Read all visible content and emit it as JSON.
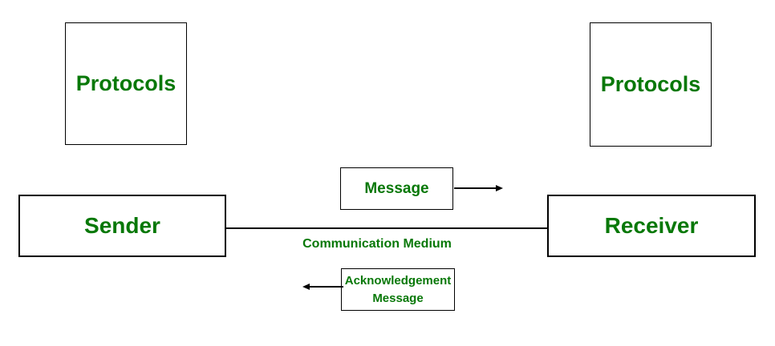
{
  "colors": {
    "green": "#087808",
    "line": "#000000",
    "bg": "#ffffff"
  },
  "diagram": {
    "boxes": {
      "protocols_left": {
        "label": "Protocols"
      },
      "protocols_right": {
        "label": "Protocols"
      },
      "sender": {
        "label": "Sender"
      },
      "receiver": {
        "label": "Receiver"
      },
      "message": {
        "label": "Message"
      },
      "acknowledgement": {
        "label_line1": "Acknowledgement",
        "label_line2": "Message"
      }
    },
    "labels": {
      "communication_medium": "Communication Medium"
    },
    "arrows": {
      "message_direction": "right",
      "acknowledgement_direction": "left"
    }
  }
}
